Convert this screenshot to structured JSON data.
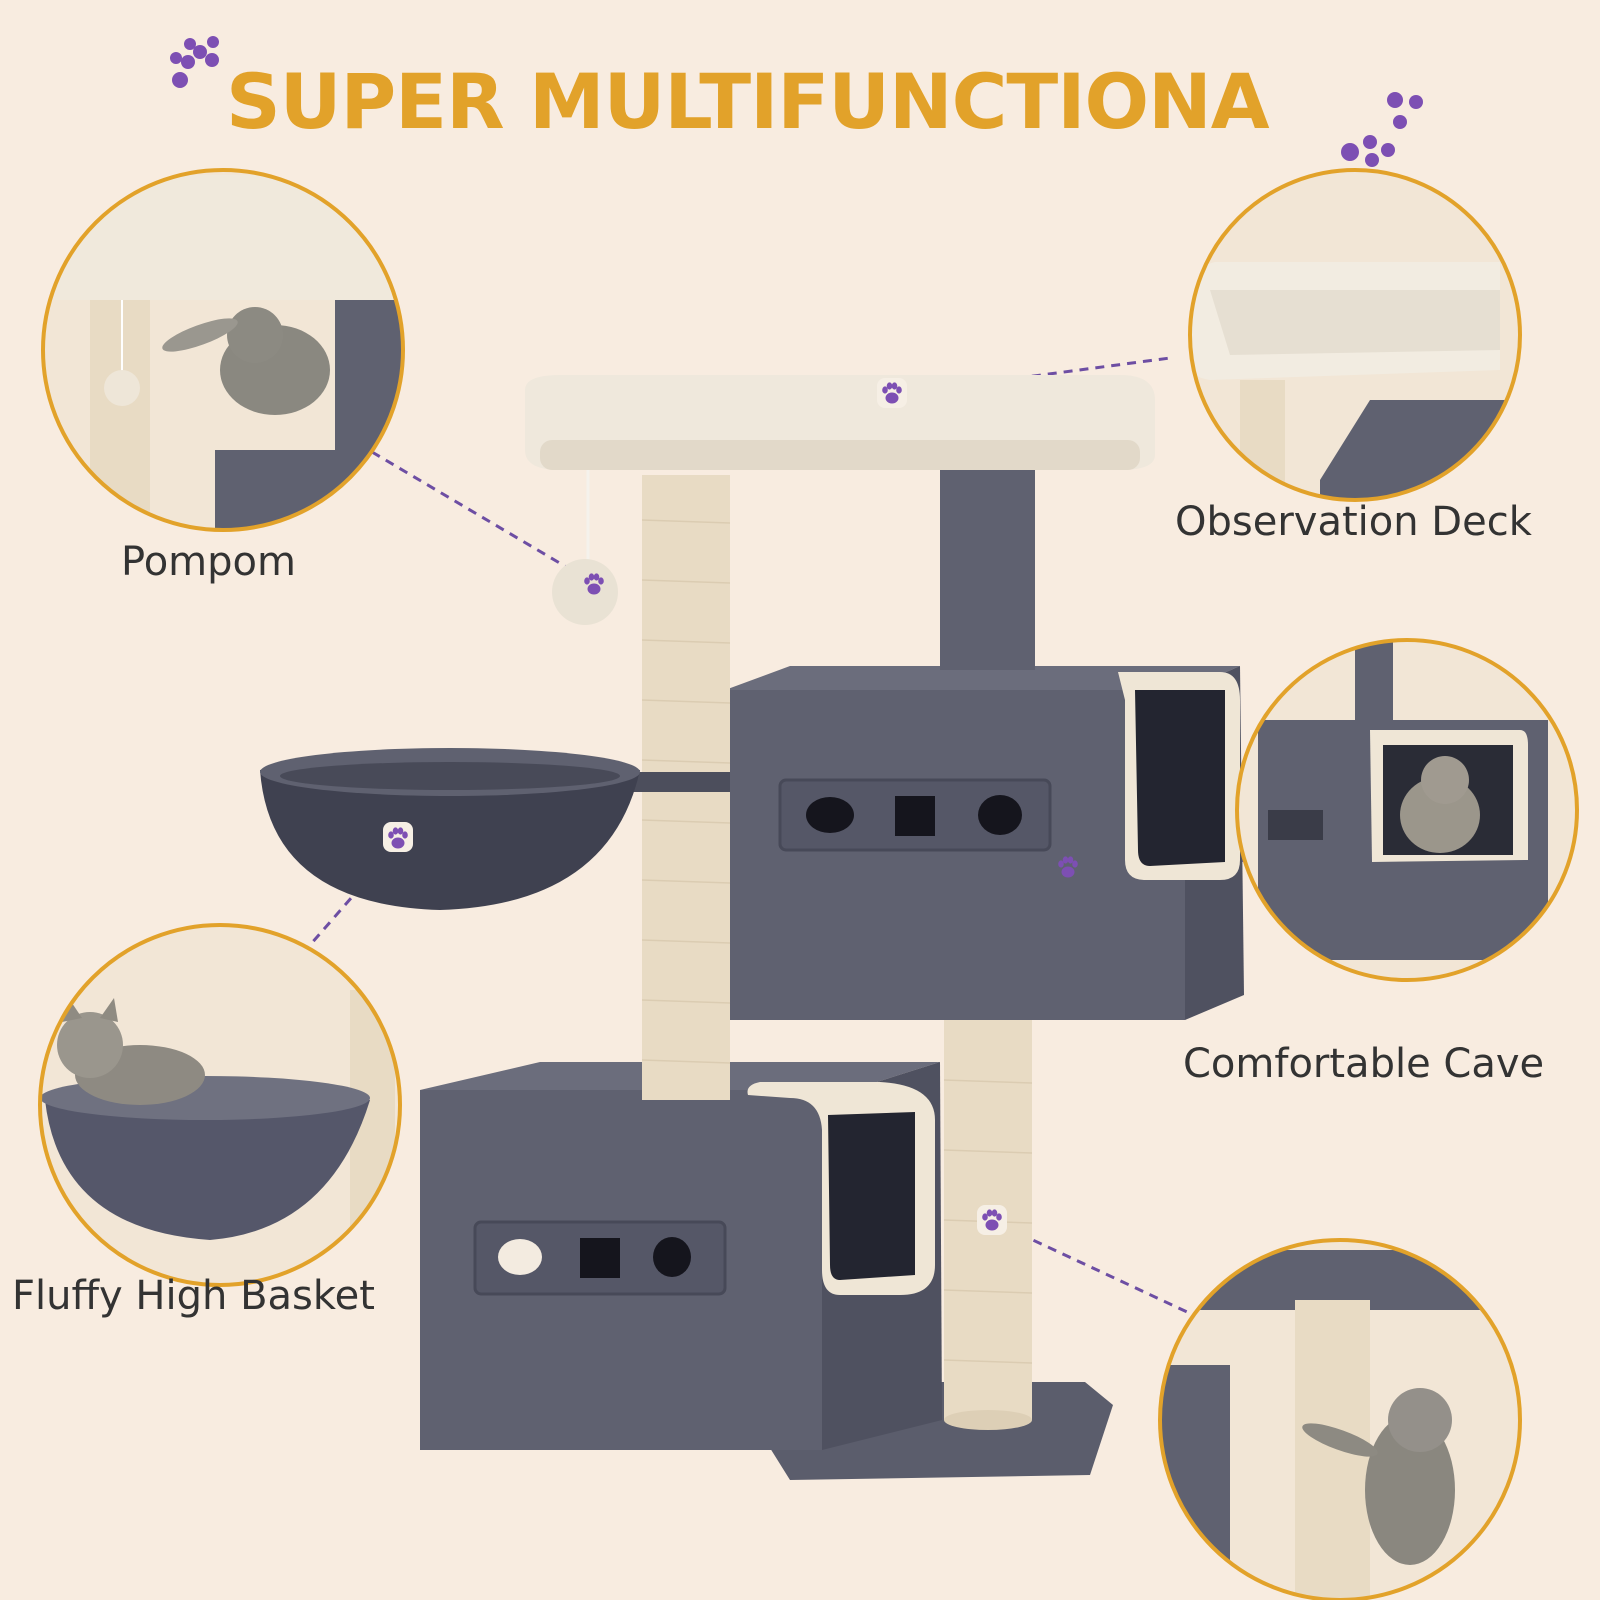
{
  "title": "SUPER MULTIFUNCTIONA",
  "callouts": {
    "pompom": "Pompom",
    "observation_deck": "Observation Deck",
    "comfortable_cave": "Comfortable Cave",
    "fluffy_high_basket": "Fluffy High Basket"
  },
  "colors": {
    "background": "#f8ece0",
    "title": "#e2a22a",
    "label": "#333333",
    "paw": "#7d4fb3",
    "ring": "#e2a22a",
    "plush_gray": "#5f6170",
    "plush_cream": "#efe7da",
    "sisal": "#e9dcc5"
  },
  "icons": [
    "paw-print-icon"
  ]
}
